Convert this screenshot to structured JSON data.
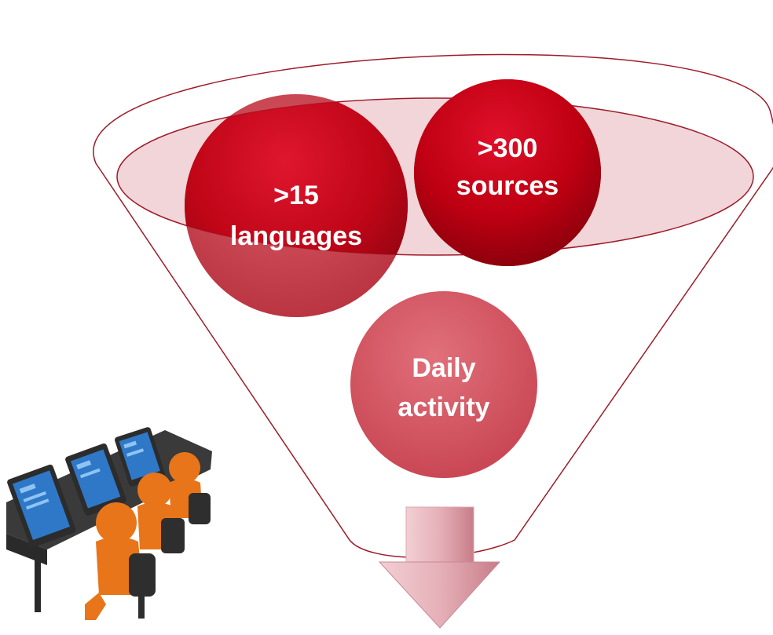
{
  "bubbles": {
    "languages": {
      "line1": ">15",
      "line2": "languages"
    },
    "sources": {
      "line1": ">300",
      "line2": "sources"
    },
    "activity": {
      "line1": "Daily",
      "line2": "activity"
    }
  },
  "colors": {
    "funnel_outline": "#9e1b2a",
    "bubble_dark": "#c00012",
    "bubble_light": "#d8505c",
    "arrow": "#e8b3bb",
    "figure_orange": "#e8751a",
    "monitor_screen": "#2f78c8"
  },
  "icons": {
    "illustration": "operators-at-monitors-icon",
    "arrow": "down-arrow-icon"
  }
}
